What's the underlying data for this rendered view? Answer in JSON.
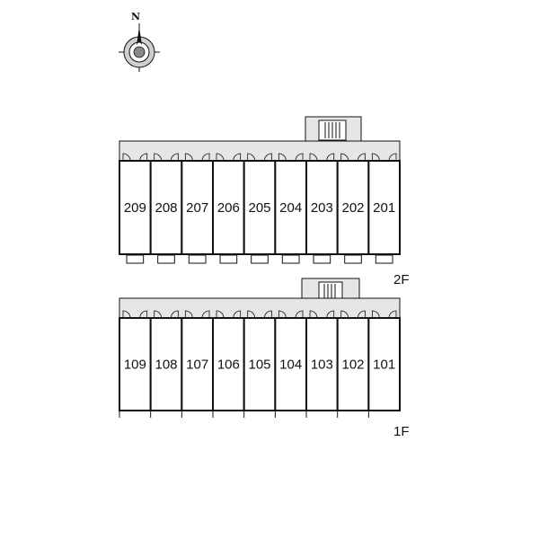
{
  "compass": {
    "north_label": "N",
    "icon": "compass-rose-icon"
  },
  "floors": [
    {
      "label": "2F",
      "units": [
        "209",
        "208",
        "207",
        "206",
        "205",
        "204",
        "203",
        "202",
        "201"
      ]
    },
    {
      "label": "1F",
      "units": [
        "109",
        "108",
        "107",
        "106",
        "105",
        "104",
        "103",
        "102",
        "101"
      ]
    }
  ],
  "colors": {
    "corridor": "#e6e6e6",
    "wall": "#111111",
    "unit_fill": "#ffffff"
  }
}
